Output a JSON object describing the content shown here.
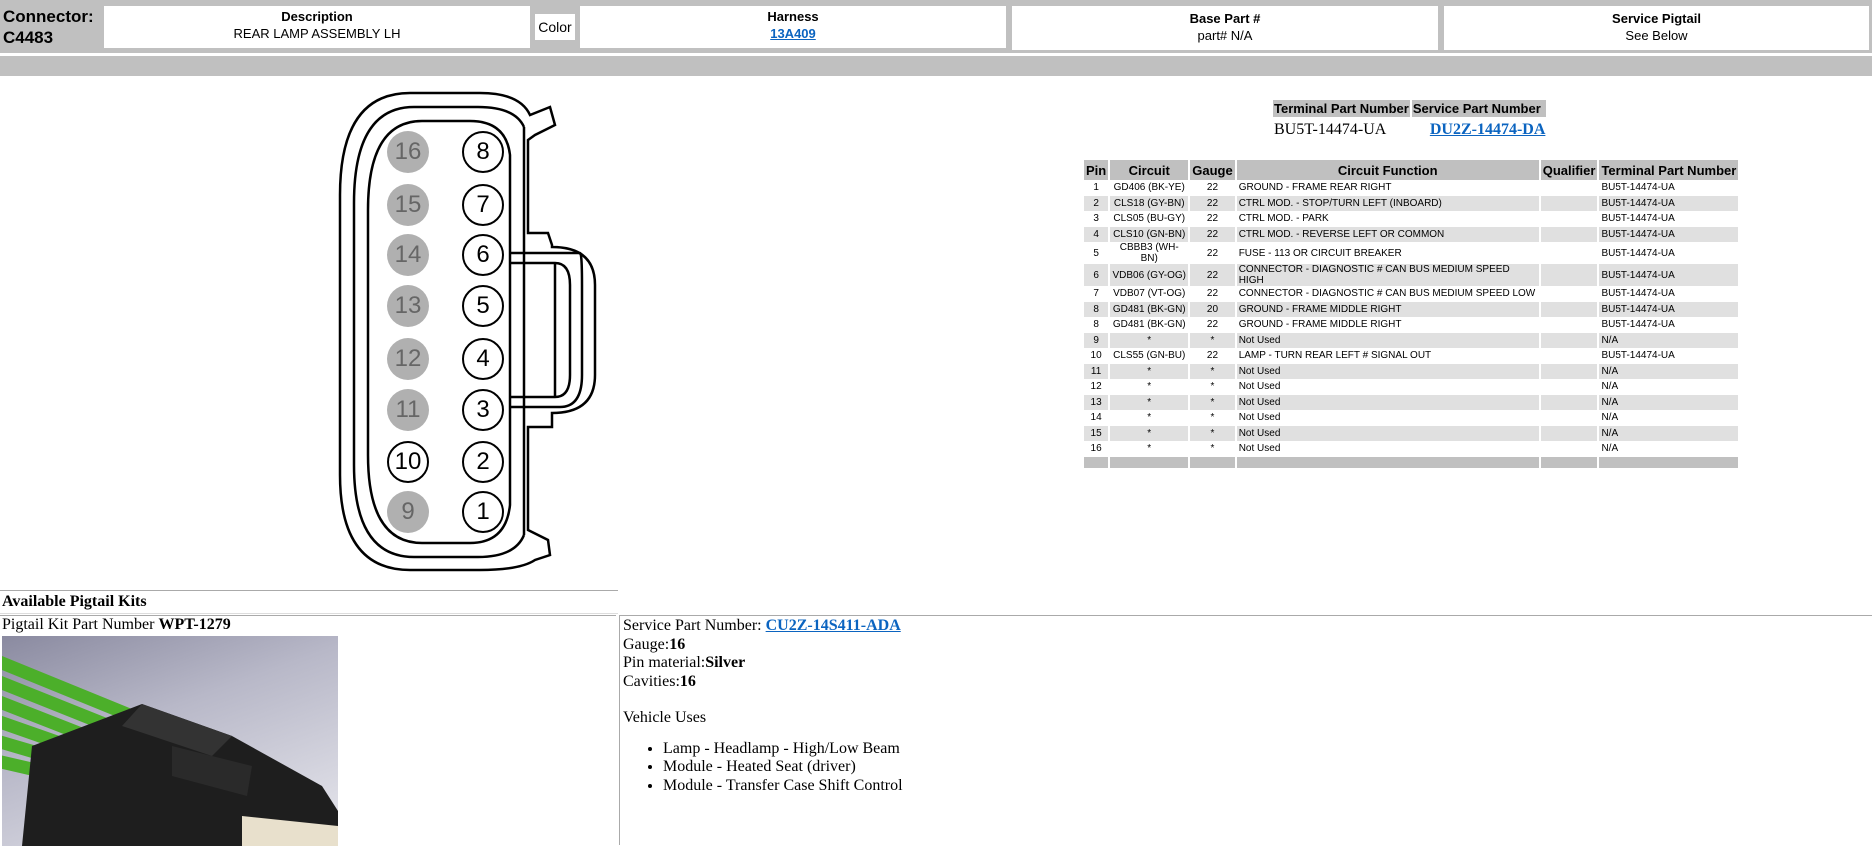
{
  "header": {
    "connector_label": "Connector:",
    "connector_id": "C4483",
    "description_title": "Description",
    "description_value": "REAR LAMP ASSEMBLY LH",
    "color_label": "Color",
    "harness_title": "Harness",
    "harness_value": "13A409",
    "base_part_title": "Base Part #",
    "base_part_value": "part# N/A",
    "service_pigtail_title": "Service Pigtail",
    "service_pigtail_value": "See Below"
  },
  "diagram": {
    "left_column": [
      {
        "pin": "16",
        "used": false
      },
      {
        "pin": "15",
        "used": false
      },
      {
        "pin": "14",
        "used": false
      },
      {
        "pin": "13",
        "used": false
      },
      {
        "pin": "12",
        "used": false
      },
      {
        "pin": "11",
        "used": false
      },
      {
        "pin": "10",
        "used": true
      },
      {
        "pin": "9",
        "used": false
      }
    ],
    "right_column": [
      {
        "pin": "8",
        "used": true
      },
      {
        "pin": "7",
        "used": true
      },
      {
        "pin": "6",
        "used": true
      },
      {
        "pin": "5",
        "used": true
      },
      {
        "pin": "4",
        "used": true
      },
      {
        "pin": "3",
        "used": true
      },
      {
        "pin": "2",
        "used": true
      },
      {
        "pin": "1",
        "used": true
      }
    ],
    "unused_fill": "#b0b0b0"
  },
  "terminal": {
    "headers": [
      "Terminal Part Number",
      "Service Part Number"
    ],
    "terminal_part_number": "BU5T-14474-UA",
    "service_part_number": "DU2Z-14474-DA"
  },
  "pin_table": {
    "headers": [
      "Pin",
      "Circuit",
      "Gauge",
      "Circuit Function",
      "Qualifier",
      "Terminal Part Number"
    ],
    "rows": [
      {
        "pin": "1",
        "circuit": "GD406 (BK-YE)",
        "gauge": "22",
        "function": "GROUND - FRAME REAR RIGHT",
        "qualifier": "",
        "terminal": "BU5T-14474-UA"
      },
      {
        "pin": "2",
        "circuit": "CLS18 (GY-BN)",
        "gauge": "22",
        "function": "CTRL MOD. - STOP/TURN LEFT (INBOARD)",
        "qualifier": "",
        "terminal": "BU5T-14474-UA"
      },
      {
        "pin": "3",
        "circuit": "CLS05 (BU-GY)",
        "gauge": "22",
        "function": "CTRL MOD. - PARK",
        "qualifier": "",
        "terminal": "BU5T-14474-UA"
      },
      {
        "pin": "4",
        "circuit": "CLS10 (GN-BN)",
        "gauge": "22",
        "function": "CTRL MOD. - REVERSE LEFT OR COMMON",
        "qualifier": "",
        "terminal": "BU5T-14474-UA"
      },
      {
        "pin": "5",
        "circuit": "CBBB3 (WH-BN)",
        "gauge": "22",
        "function": "FUSE - 113 OR CIRCUIT BREAKER",
        "qualifier": "",
        "terminal": "BU5T-14474-UA"
      },
      {
        "pin": "6",
        "circuit": "VDB06 (GY-OG)",
        "gauge": "22",
        "function": "CONNECTOR - DIAGNOSTIC # CAN BUS MEDIUM SPEED HIGH",
        "qualifier": "",
        "terminal": "BU5T-14474-UA"
      },
      {
        "pin": "7",
        "circuit": "VDB07 (VT-OG)",
        "gauge": "22",
        "function": "CONNECTOR - DIAGNOSTIC # CAN BUS MEDIUM SPEED LOW",
        "qualifier": "",
        "terminal": "BU5T-14474-UA"
      },
      {
        "pin": "8",
        "circuit": "GD481 (BK-GN)",
        "gauge": "20",
        "function": "GROUND - FRAME MIDDLE RIGHT",
        "qualifier": "",
        "terminal": "BU5T-14474-UA"
      },
      {
        "pin": "8",
        "circuit": "GD481 (BK-GN)",
        "gauge": "22",
        "function": "GROUND - FRAME MIDDLE RIGHT",
        "qualifier": "",
        "terminal": "BU5T-14474-UA"
      },
      {
        "pin": "9",
        "circuit": "*",
        "gauge": "*",
        "function": "Not Used",
        "qualifier": "",
        "terminal": "N/A"
      },
      {
        "pin": "10",
        "circuit": "CLS55 (GN-BU)",
        "gauge": "22",
        "function": "LAMP - TURN REAR LEFT # SIGNAL OUT",
        "qualifier": "",
        "terminal": "BU5T-14474-UA"
      },
      {
        "pin": "11",
        "circuit": "*",
        "gauge": "*",
        "function": "Not Used",
        "qualifier": "",
        "terminal": "N/A"
      },
      {
        "pin": "12",
        "circuit": "*",
        "gauge": "*",
        "function": "Not Used",
        "qualifier": "",
        "terminal": "N/A"
      },
      {
        "pin": "13",
        "circuit": "*",
        "gauge": "*",
        "function": "Not Used",
        "qualifier": "",
        "terminal": "N/A"
      },
      {
        "pin": "14",
        "circuit": "*",
        "gauge": "*",
        "function": "Not Used",
        "qualifier": "",
        "terminal": "N/A"
      },
      {
        "pin": "15",
        "circuit": "*",
        "gauge": "*",
        "function": "Not Used",
        "qualifier": "",
        "terminal": "N/A"
      },
      {
        "pin": "16",
        "circuit": "*",
        "gauge": "*",
        "function": "Not Used",
        "qualifier": "",
        "terminal": "N/A"
      }
    ]
  },
  "pigtail": {
    "section_title": "Available Pigtail Kits",
    "kit_label": "Pigtail Kit Part Number ",
    "kit_number": "WPT-1279",
    "service_part_label": "Service Part Number: ",
    "service_part_number": "CU2Z-14S411-ADA",
    "gauge_label": "Gauge:",
    "gauge_value": "16",
    "pin_material_label": "Pin material:",
    "pin_material_value": "Silver",
    "cavities_label": "Cavities:",
    "cavities_value": "16",
    "vehicle_uses_title": "Vehicle Uses",
    "vehicle_uses": [
      "Lamp - Headlamp - High/Low Beam",
      "Module - Heated Seat (driver)",
      "Module - Transfer Case Shift Control"
    ]
  },
  "colors": {
    "header_gray": "#c0c0c0",
    "row_alt": "#e0e0e0",
    "link_blue": "#0b64c0",
    "wire_green": "#4caf2a"
  }
}
